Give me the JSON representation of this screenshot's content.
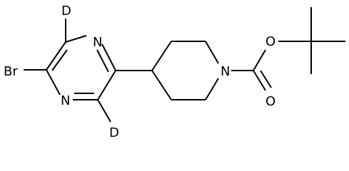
{
  "atoms": {
    "deuterium_top": "D",
    "nitrogen_top": "N",
    "bromine": "Br",
    "nitrogen_bottom": "N",
    "deuterium_bottom": "D",
    "nitrogen_piperidine": "N",
    "oxygen_ester": "O",
    "oxygen_carbonyl": "O"
  }
}
